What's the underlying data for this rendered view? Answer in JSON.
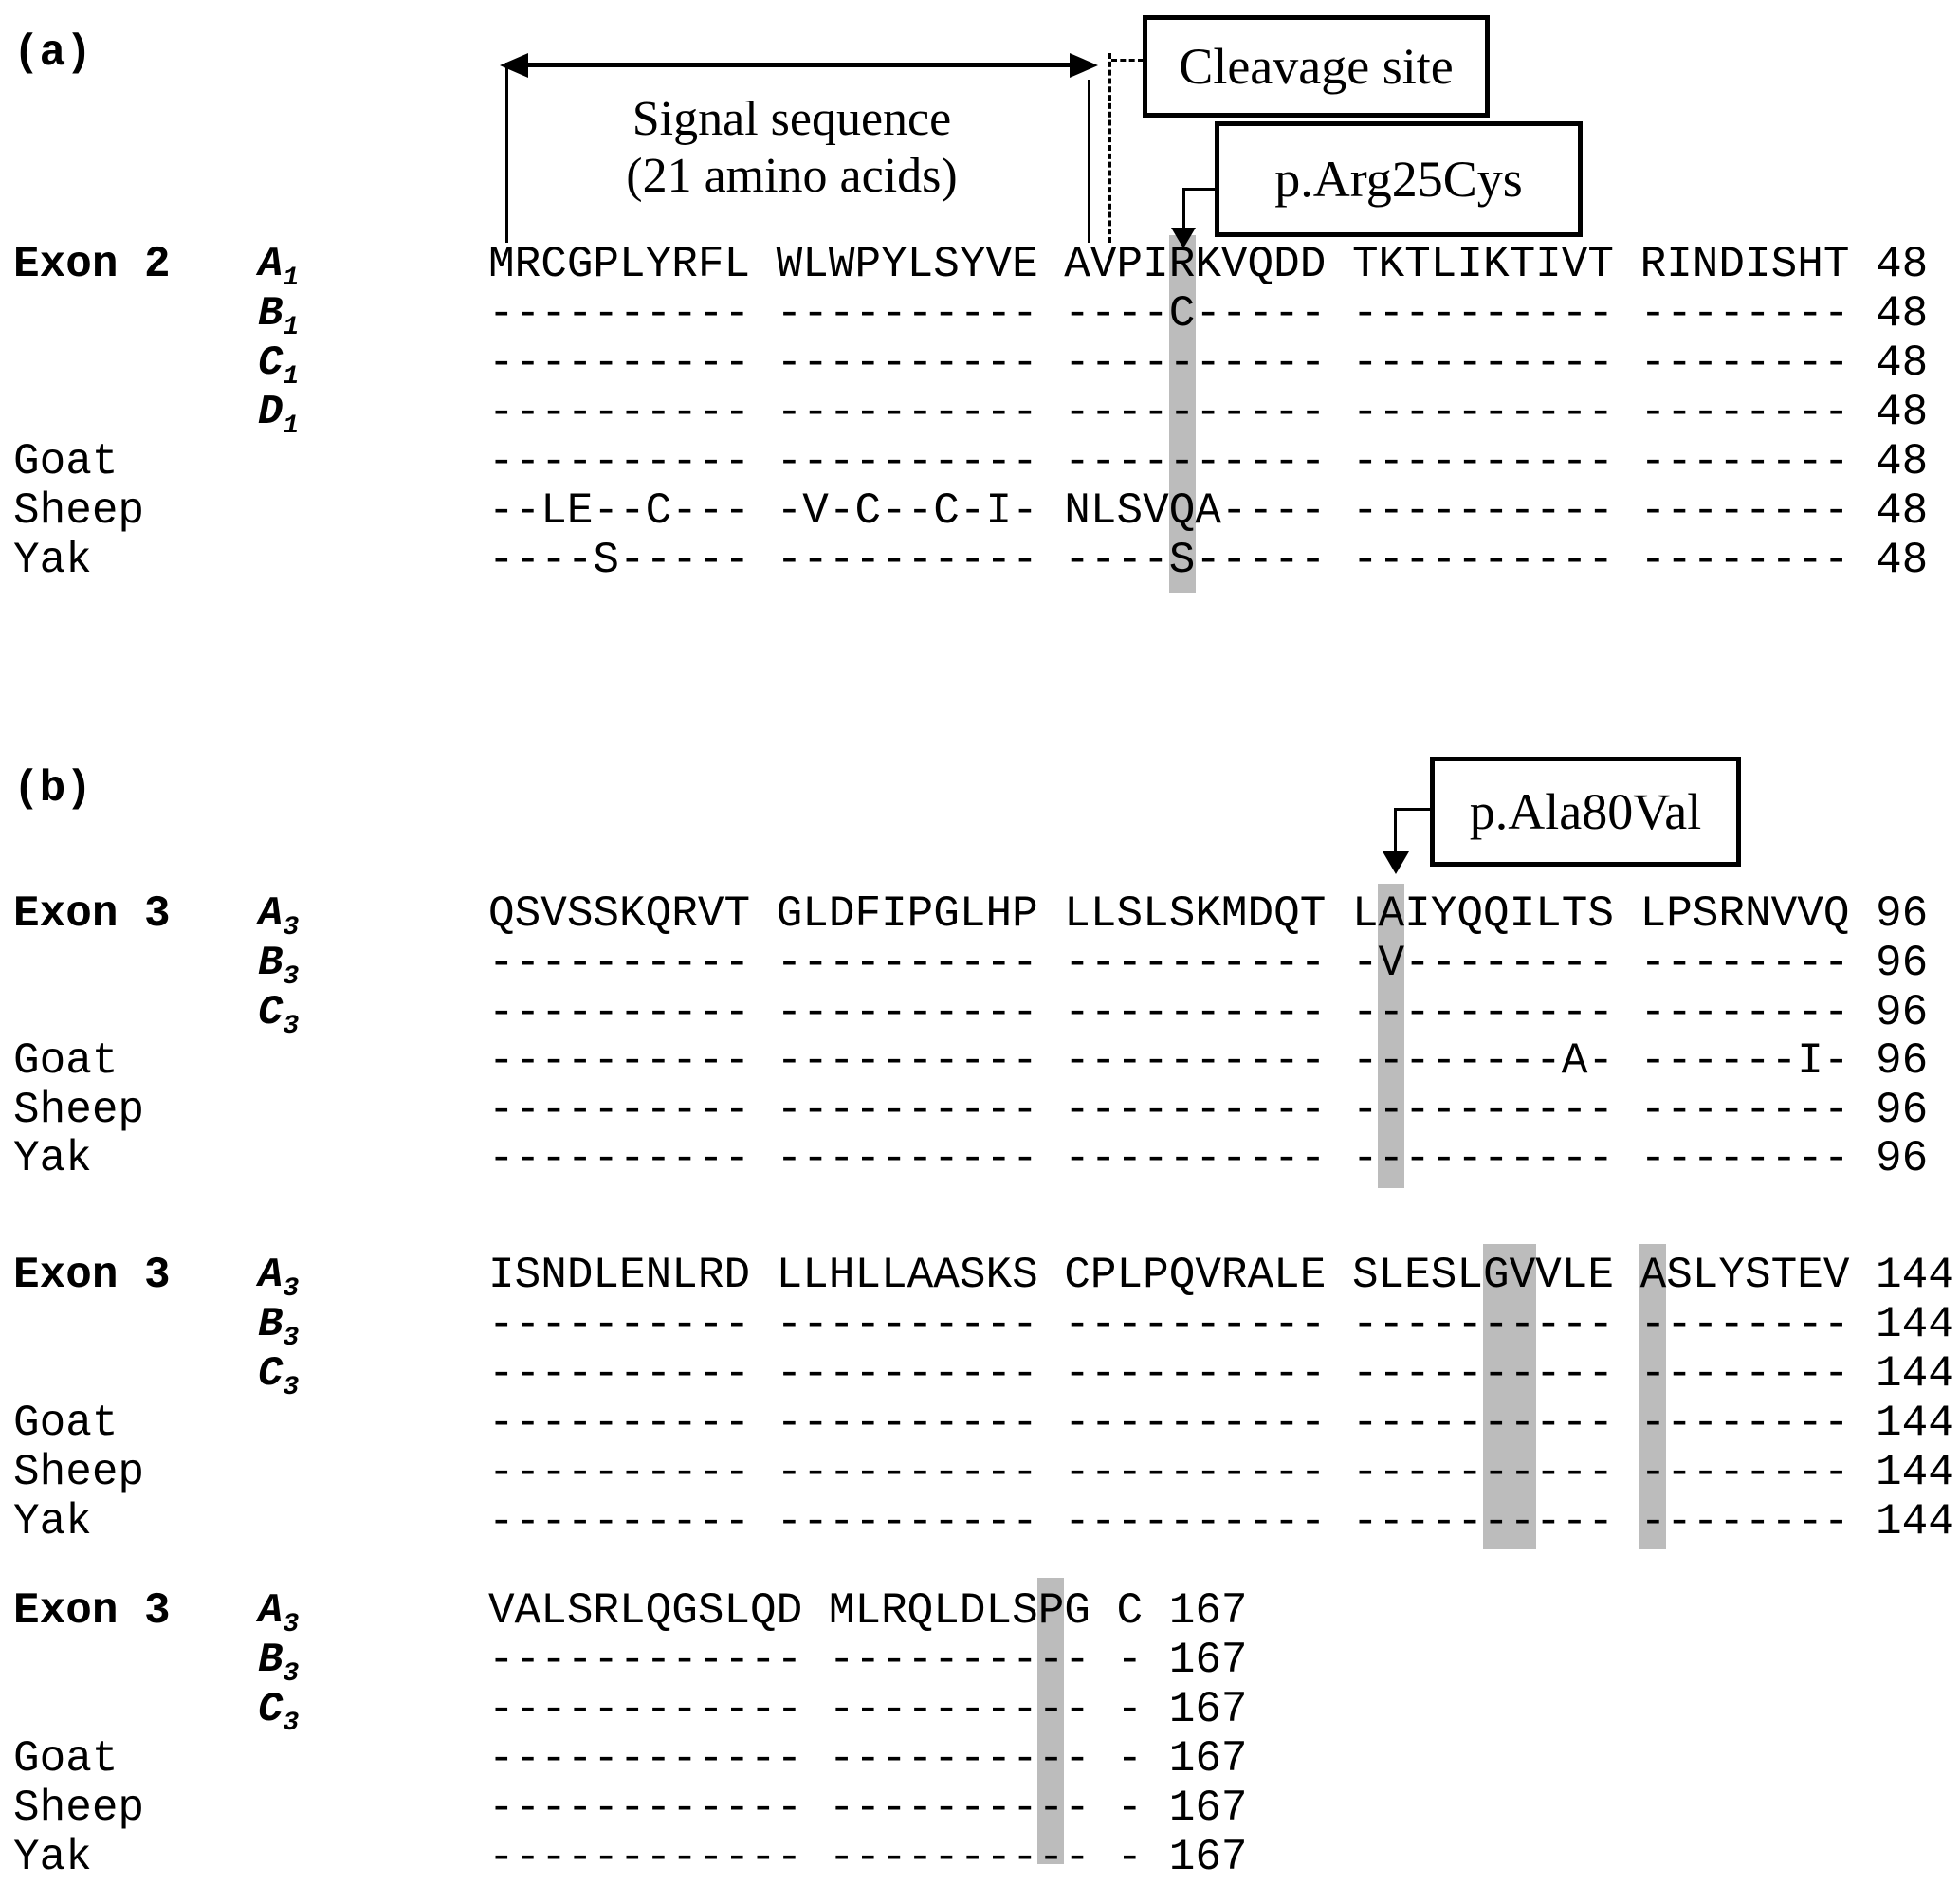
{
  "colors": {
    "highlight": "#bcbcbc",
    "ink": "#000000"
  },
  "panels": {
    "a_label": "(a)",
    "b_label": "(b)"
  },
  "annotations": {
    "signal_line1": "Signal sequence",
    "signal_line2": "(21 amino acids)",
    "cleavage_site": "Cleavage site",
    "mutation_a": "p.Arg25Cys",
    "mutation_b": "p.Ala80Val"
  },
  "blocks": [
    {
      "exon_label": "Exon 2",
      "rows": [
        {
          "label": "A",
          "sub": "1",
          "line": "MRCGPLYRFL WLWPYLSYVE AVPIRKVQDD TKTLIKTIVT RINDISHT 48"
        },
        {
          "label": "B",
          "sub": "1",
          "line": "---------- ---------- ----C----- ---------- -------- 48"
        },
        {
          "label": "C",
          "sub": "1",
          "line": "---------- ---------- ---------- ---------- -------- 48"
        },
        {
          "label": "D",
          "sub": "1",
          "line": "---------- ---------- ---------- ---------- -------- 48"
        },
        {
          "label": "Goat",
          "line": "---------- ---------- ---------- ---------- -------- 48"
        },
        {
          "label": "Sheep",
          "line": "--LE--C--- -V-C--C-I- NLSVQA---- ---------- -------- 48"
        },
        {
          "label": "Yak",
          "line": "----S----- ---------- ----S----- ---------- -------- 48"
        }
      ]
    },
    {
      "exon_label": "Exon 3",
      "rows": [
        {
          "label": "A",
          "sub": "3",
          "line": "QSVSSKQRVT GLDFIPGLHP LLSLSKMDQT LAIYQQILTS LPSRNVVQ 96"
        },
        {
          "label": "B",
          "sub": "3",
          "line": "---------- ---------- ---------- -V-------- -------- 96"
        },
        {
          "label": "C",
          "sub": "3",
          "line": "---------- ---------- ---------- ---------- -------- 96"
        },
        {
          "label": "Goat",
          "line": "---------- ---------- ---------- --------A- ------I- 96"
        },
        {
          "label": "Sheep",
          "line": "---------- ---------- ---------- ---------- -------- 96"
        },
        {
          "label": "Yak",
          "line": "---------- ---------- ---------- ---------- -------- 96"
        }
      ]
    },
    {
      "exon_label": "Exon 3",
      "rows": [
        {
          "label": "A",
          "sub": "3",
          "line": "ISNDLENLRD LLHLLAASKS CPLPQVRALE SLESLGVVLE ASLYSTEV 144"
        },
        {
          "label": "B",
          "sub": "3",
          "line": "---------- ---------- ---------- ---------- -------- 144"
        },
        {
          "label": "C",
          "sub": "3",
          "line": "---------- ---------- ---------- ---------- -------- 144"
        },
        {
          "label": "Goat",
          "line": "---------- ---------- ---------- ---------- -------- 144"
        },
        {
          "label": "Sheep",
          "line": "---------- ---------- ---------- ---------- -------- 144"
        },
        {
          "label": "Yak",
          "line": "---------- ---------- ---------- ---------- -------- 144"
        }
      ]
    },
    {
      "exon_label": "Exon 3",
      "rows": [
        {
          "label": "A",
          "sub": "3",
          "line": "VALSRLQGSLQD MLRQLDLSPG C 167"
        },
        {
          "label": "B",
          "sub": "3",
          "line": "------------ ---------- - 167"
        },
        {
          "label": "C",
          "sub": "3",
          "line": "------------ ---------- - 167"
        },
        {
          "label": "Goat",
          "line": "------------ ---------- - 167"
        },
        {
          "label": "Sheep",
          "line": "------------ ---------- - 167"
        },
        {
          "label": "Yak",
          "line": "------------ ---------- - 167"
        }
      ]
    }
  ]
}
